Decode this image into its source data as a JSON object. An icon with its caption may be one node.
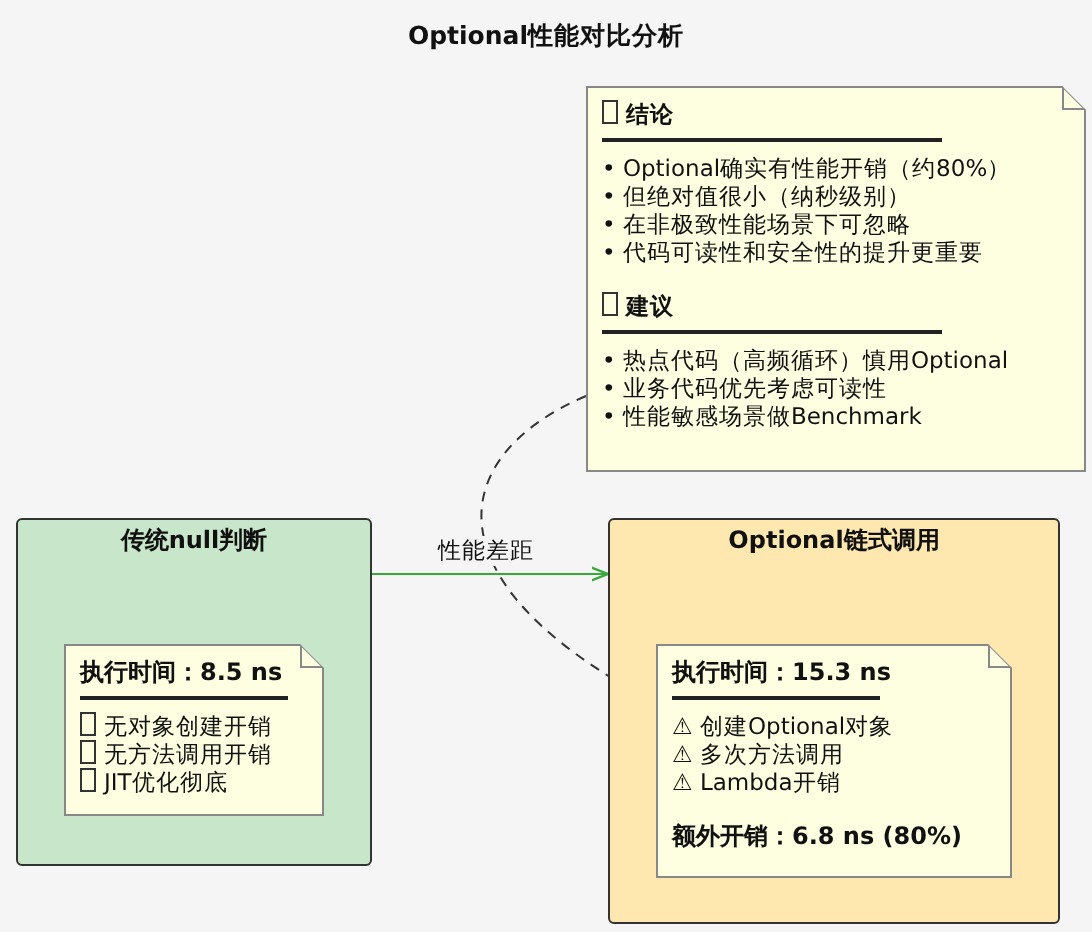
{
  "diagram": {
    "title": "Optional性能对比分析",
    "nodes": [
      {
        "text": [
          "结论",
          "• Optional确实有性能开销（约80%）",
          "• 但绝对值很小（纳秒级别）",
          "• 在非极致性能场景下可忽略",
          "• 代码可读性和安全性的提升更重要",
          "建议",
          "• 热点代码（高频循环）慎用Optional",
          "• 业务代码优先考虑可读性",
          "• 性能敏感场景做Benchmark"
        ]
      },
      {
        "text": [
          "传统null判断"
        ]
      },
      {
        "text": [
          "执行时间：8.5 ns",
          "无对象创建开销",
          "无方法调用开销",
          "JIT优化彻底"
        ],
        "in": 1
      },
      {
        "text": [
          "Optional链式调用"
        ]
      },
      {
        "text": [
          "执行时间：15.3 ns",
          "⚠ 创建Optional对象",
          "⚠ 多次方法调用",
          "⚠ Lambda开销",
          "额外开销：6.8 ns (80%)"
        ],
        "in": 3
      }
    ],
    "edges": [
      {
        "from": 1,
        "to": 3,
        "arrow": "to",
        "label": "性能差距",
        "color": "#3aa83a"
      },
      {
        "from": 0,
        "to": 4,
        "arrow": "none",
        "style": "dashed",
        "color": "#333333"
      }
    ]
  }
}
